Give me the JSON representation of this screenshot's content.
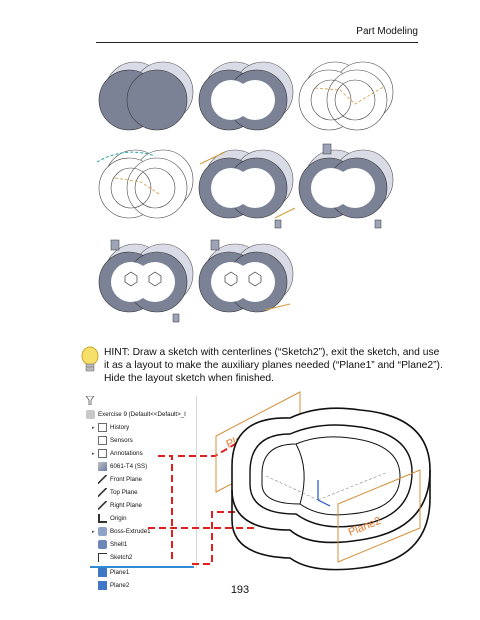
{
  "header": {
    "title": "Part Modeling"
  },
  "hint": {
    "text_line1": "HINT: Draw a sketch with centerlines (“Sketch2”), exit the sketch, and use",
    "text_line2": "it as a layout to make the auxiliary planes needed (“Plane1” and “Plane2”).",
    "text_line3": "Hide the layout sketch when finished."
  },
  "tree": {
    "filter_icon": "filter-icon",
    "root": "Exercise 9  (Default<<Default>_I",
    "items": [
      {
        "label": "History",
        "icon": "history-icon"
      },
      {
        "label": "Sensors",
        "icon": "sensors-icon"
      },
      {
        "label": "Annotations",
        "icon": "annotations-icon"
      },
      {
        "label": "6061-T4 (SS)",
        "icon": "material-icon"
      },
      {
        "label": "Front Plane",
        "icon": "plane-icon"
      },
      {
        "label": "Top Plane",
        "icon": "plane-icon"
      },
      {
        "label": "Right Plane",
        "icon": "plane-icon"
      },
      {
        "label": "Origin",
        "icon": "origin-icon"
      },
      {
        "label": "Boss-Extrude1",
        "icon": "extrude-icon"
      },
      {
        "label": "Shell1",
        "icon": "shell-icon"
      },
      {
        "label": "Sketch2",
        "icon": "sketch-icon"
      },
      {
        "label": "Plane1",
        "icon": "plane-icon"
      },
      {
        "label": "Plane2",
        "icon": "plane-icon"
      }
    ]
  },
  "model": {
    "plane1_label": "Plane1",
    "plane2_label": "Plane2"
  },
  "footer": {
    "page_number": "193"
  }
}
